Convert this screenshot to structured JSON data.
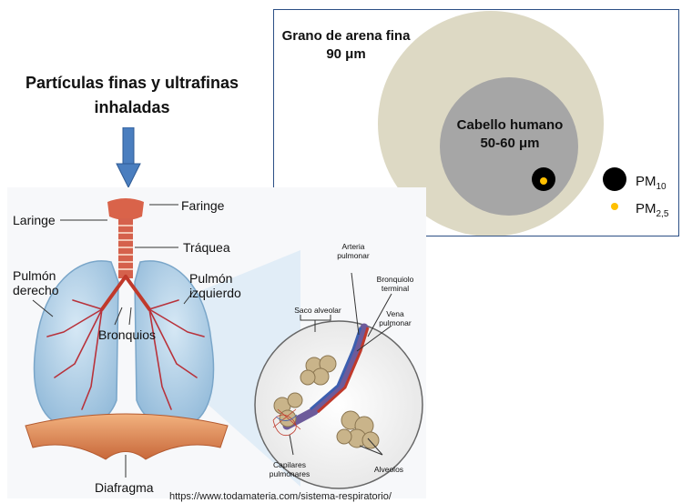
{
  "headline": {
    "line1": "Partículas finas y ultrafinas",
    "line2": "inhaladas"
  },
  "scale_panel": {
    "sand": {
      "name": "Grano de arena fina",
      "size": "90 μm",
      "color": "#ddd9c4"
    },
    "hair": {
      "name": "Cabello humano",
      "size": "50-60 μm",
      "color": "#a6a6a6"
    },
    "pm10": {
      "prefix": "PM",
      "sub": "10",
      "color": "#000000"
    },
    "pm25": {
      "prefix": "PM",
      "sub": "2,5",
      "color": "#ffc000"
    },
    "border_color": "#2c4f85"
  },
  "anatomy": {
    "faringe": "Faringe",
    "laringe": "Laringe",
    "traquea": "Tráquea",
    "pulmon_derecho_1": "Pulmón",
    "pulmon_derecho_2": "derecho",
    "pulmon_izquierdo_1": "Pulmón",
    "pulmon_izquierdo_2": "izquierdo",
    "bronquios": "Bronquios",
    "diafragma": "Diafragma"
  },
  "alveolus_detail": {
    "arteria_1": "Arteria",
    "arteria_2": "pulmonar",
    "bronquiolo_1": "Bronquiolo",
    "bronquiolo_2": "terminal",
    "saco": "Saco alveolar",
    "vena_1": "Vena",
    "vena_2": "pulmonar",
    "capilares_1": "Capilares",
    "capilares_2": "pulmonares",
    "alveolos": "Alveolos"
  },
  "credit": "https://www.todamateria.com/sistema-respiratorio/"
}
